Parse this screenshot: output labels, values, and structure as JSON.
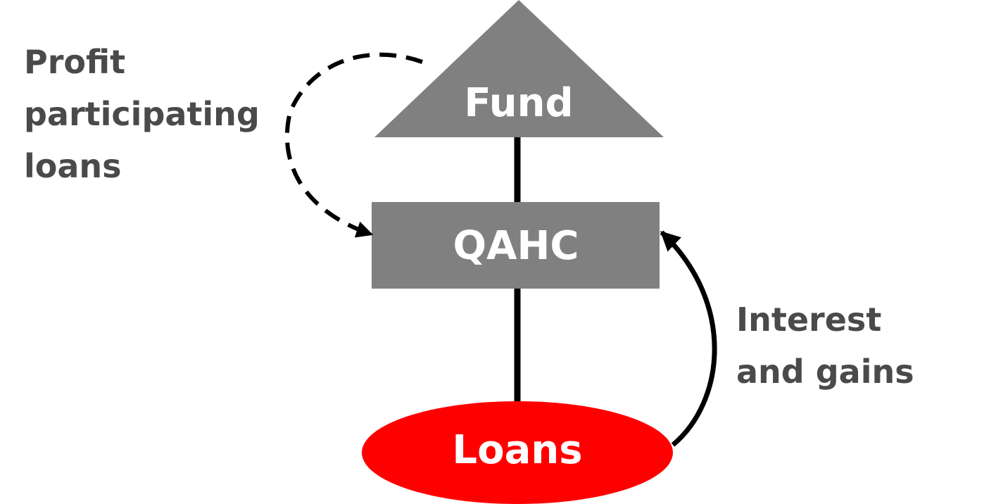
{
  "nodes": {
    "fund": {
      "label": "Fund",
      "color": "#808080"
    },
    "qahc": {
      "label": "QAHC",
      "color": "#808080"
    },
    "loans": {
      "label": "Loans",
      "color": "#ff0000"
    }
  },
  "edges": {
    "profit_participating": {
      "lines": [
        "Profit",
        "participating",
        "loans"
      ],
      "style": "dashed"
    },
    "interest_gains": {
      "lines": [
        "Interest",
        "and gains"
      ],
      "style": "solid"
    }
  },
  "colors": {
    "shape_gray": "#808080",
    "loans_red": "#ff0000",
    "label_text": "#4a4a4a",
    "node_text": "#ffffff",
    "line": "#000000"
  }
}
